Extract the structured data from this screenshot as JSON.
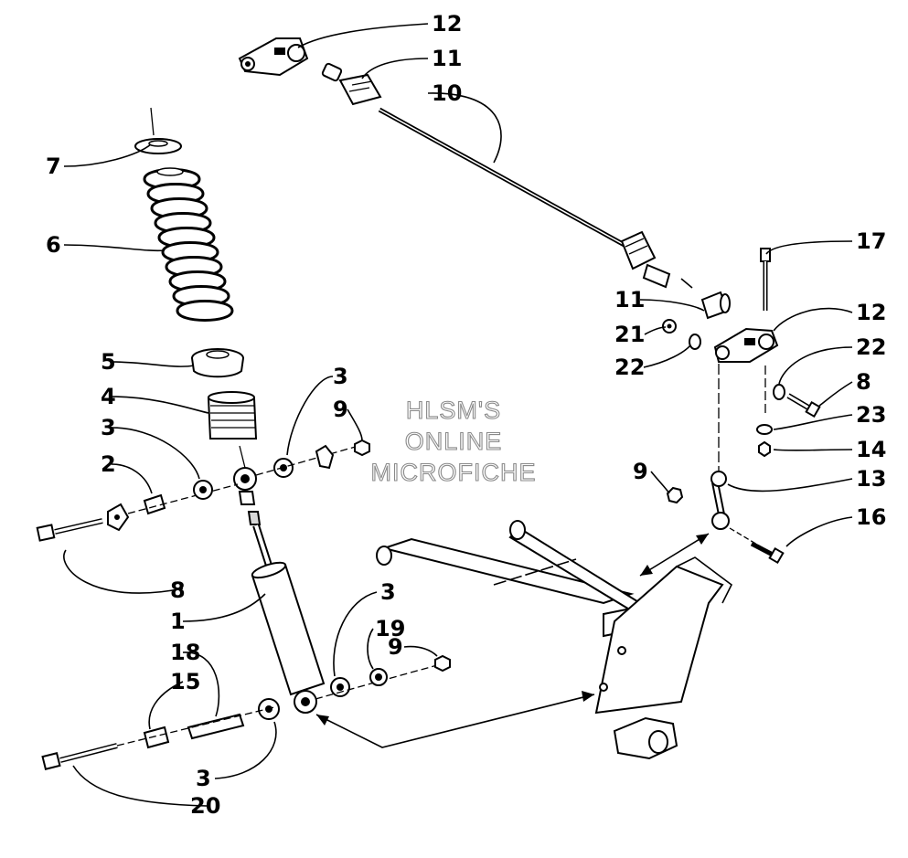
{
  "watermark": {
    "line1": "HLSM'S",
    "line2": "ONLINE",
    "line3": "MICROFICHE"
  },
  "callouts": {
    "c12a": "12",
    "c11a": "11",
    "c10": "10",
    "c7": "7",
    "c6": "6",
    "c17": "17",
    "c11b": "11",
    "c12b": "12",
    "c21": "21",
    "c22a": "22",
    "c22b": "22",
    "c8a": "8",
    "c5": "5",
    "c4": "4",
    "c3a": "3",
    "c9a": "9",
    "c23": "23",
    "c3b": "3",
    "c14": "14",
    "c2": "2",
    "c9b": "9",
    "c13": "13",
    "c16": "16",
    "c8b": "8",
    "c1": "1",
    "c3c": "3",
    "c19": "19",
    "c9c": "9",
    "c18": "18",
    "c15": "15",
    "c3d": "3",
    "c20": "20"
  },
  "colors": {
    "ink": "#000000",
    "watermark_outline": "#8a8a8a"
  }
}
